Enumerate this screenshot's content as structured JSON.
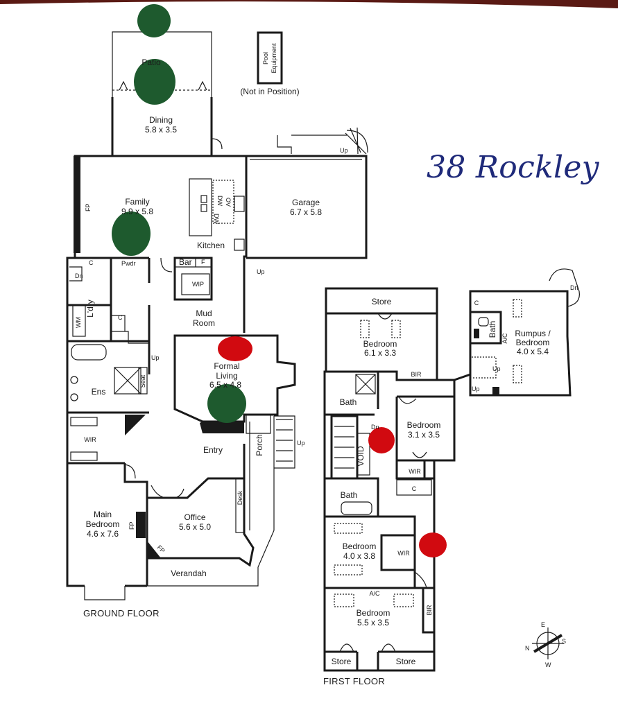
{
  "title": "38 Rockley",
  "ground_floor": {
    "label": "GROUND FLOOR",
    "rooms": {
      "patio": "Patio",
      "dining": "Dining",
      "dining_dim": "5.8 x 3.5",
      "family": "Family",
      "family_dim": "9.9 x 5.8",
      "kitchen": "Kitchen",
      "garage": "Garage",
      "garage_dim": "6.7 x 5.8",
      "formal_living": "Formal",
      "formal_living_2": "Living",
      "formal_living_dim": "6.5 x 4.8",
      "laundry": "L'dry",
      "mud_room": "Mud",
      "mud_room_2": "Room",
      "ensuite": "Ens",
      "wir": "WIR",
      "entry": "Entry",
      "porch": "Porch",
      "main_bedroom": "Main",
      "main_bedroom_2": "Bedroom",
      "main_bedroom_dim": "4.6 x 7.6",
      "office": "Office",
      "office_dim": "5.6 x 5.0",
      "verandah": "Verandah",
      "powder": "Pwdr",
      "bar": "Bar",
      "wip": "WIP",
      "desk": "Desk",
      "seat": "Seat",
      "wm": "WM"
    },
    "marks": {
      "fp": "FP",
      "c": "C",
      "f": "F",
      "up": "Up",
      "dn": "Dn",
      "dw": "DW",
      "ov": "OV"
    }
  },
  "pool": {
    "line1": "Pool",
    "line2": "Equipment",
    "note": "(Not in Position)"
  },
  "first_floor": {
    "label": "FIRST FLOOR",
    "rooms": {
      "store_top": "Store",
      "bed1": "Bedroom",
      "bed1_dim": "6.1 x 3.3",
      "bir1": "BIR",
      "bath1": "Bath",
      "bed2": "Bedroom",
      "bed2_dim": "3.1 x 3.5",
      "void": "VOID",
      "wir2": "WIR",
      "c2": "C",
      "bath2": "Bath",
      "bed3": "Bedroom",
      "bed3_dim": "4.0 x 3.8",
      "wir3": "WIR",
      "bed4": "Bedroom",
      "bed4_dim": "5.5 x 3.5",
      "bir4": "BIR",
      "store_l": "Store",
      "store_r": "Store",
      "rumpus": "Rumpus /",
      "rumpus_2": "Bedroom",
      "rumpus_dim": "4.0 x 5.4",
      "bath3": "Bath",
      "c3": "C",
      "ac": "A/C"
    }
  },
  "compass": {
    "n": "N",
    "e": "E",
    "s": "S",
    "w": "W"
  },
  "colors": {
    "line": "#1a1a1a",
    "green_mark": "#1e5a2e",
    "red_mark": "#d10a10",
    "handwriting": "#1f2a7a"
  }
}
